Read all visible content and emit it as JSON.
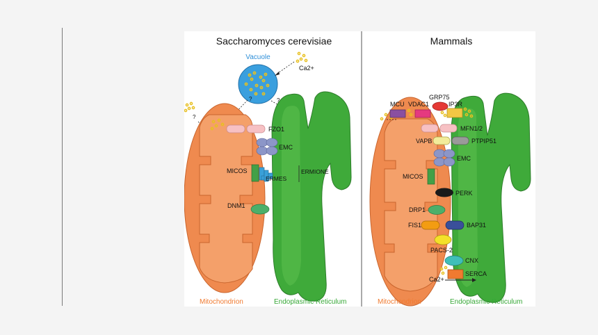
{
  "panels": {
    "yeast": {
      "title": "Saccharomyces cerevisiae",
      "vacuole": "Vacuole",
      "ca_label": "Ca2+",
      "question_marks": [
        "?",
        "?",
        "?"
      ],
      "proteins": {
        "fzo1": "FZO1",
        "emc": "EMC",
        "micos": "MICOS",
        "ermes": "ERMES",
        "ermione": "ERMIONE",
        "dnm1": "DNM1"
      },
      "mito_label": "Mitochondrion",
      "er_label": "Endoplasmic Reticulum"
    },
    "mammals": {
      "title": "Mammals",
      "proteins": {
        "mcu": "MCU",
        "vdac1": "VDAC1",
        "grp75": "GRP75",
        "ip3r": "IP3R",
        "mfn12": "MFN1/2",
        "vapb": "VAPB",
        "ptpip51": "PTPIP51",
        "emc": "EMC",
        "micos": "MICOS",
        "perk": "PERK",
        "drp1": "DRP1",
        "fis1": "FIS1",
        "bap31": "BAP31",
        "pacs2": "PACS-2",
        "cnx": "CNX",
        "serca": "SERCA"
      },
      "ca_label": "Ca2+",
      "mito_label": "Mitochondrion",
      "er_label": "Endoplasmic Reticulum"
    }
  },
  "colors": {
    "mito": "#ef8a4f",
    "mito_inner": "#f4a06a",
    "er": "#3faa3a",
    "er_light": "#5cc04e",
    "mito_text": "#f07a30",
    "er_text": "#37a837",
    "vacuole": "#3a9fde",
    "vacuole_text": "#2f8fd8",
    "fzo1": "#f7c1c4",
    "emc": "#8c96c8",
    "micos": "#43a047",
    "ermes": "#3aa0d8",
    "dnm1": "#4caf6a",
    "mcu": "#8a4fa0",
    "vdac1": "#e5397f",
    "grp75": "#e53935",
    "ip3r": "#f2c744",
    "vapb": "#f2ec9a",
    "ptpip51": "#9a9a9a",
    "perk": "#1a1a1a",
    "fis1": "#f39c12",
    "bap31": "#3a4f9a",
    "pacs2": "#f4e12a",
    "cnx": "#3fbfb8",
    "serca": "#f07a30",
    "calcium": "#e8c020"
  }
}
